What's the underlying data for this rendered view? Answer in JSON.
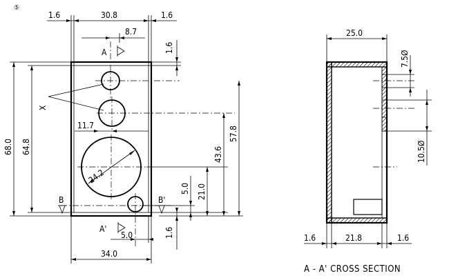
{
  "front_view": {
    "top_margin_left": "1.6",
    "inner_width": "30.8",
    "top_margin_right": "1.6",
    "hole_offset": "8.7",
    "top_edge": "1.6",
    "overall_height": "68.0",
    "inner_height": "64.8",
    "hole_pair_label": "X",
    "hole_spacing": "11.7",
    "large_hole_diameter": "24.2",
    "height_to_upper_hole": "57.8",
    "height_to_large_hole": "43.6",
    "height_to_small_hole": "21.0",
    "small_hole_offset_v": "5.0",
    "small_hole_offset_h": "5.0",
    "bottom_edge": "1.6",
    "overall_width": "34.0",
    "section_mark_a": "A",
    "section_mark_a_prime": "A'",
    "section_mark_b": "B",
    "section_mark_b_prime": "B'"
  },
  "section_view": {
    "depth": "25.0",
    "slot_upper": "7.5Ø",
    "slot_lower": "10.5Ø",
    "wall_left": "1.6",
    "inner_depth": "21.8",
    "wall_right": "1.6",
    "caption": "A - A' CROSS SECTION"
  },
  "misc": {
    "corner_mark": "⑤"
  }
}
